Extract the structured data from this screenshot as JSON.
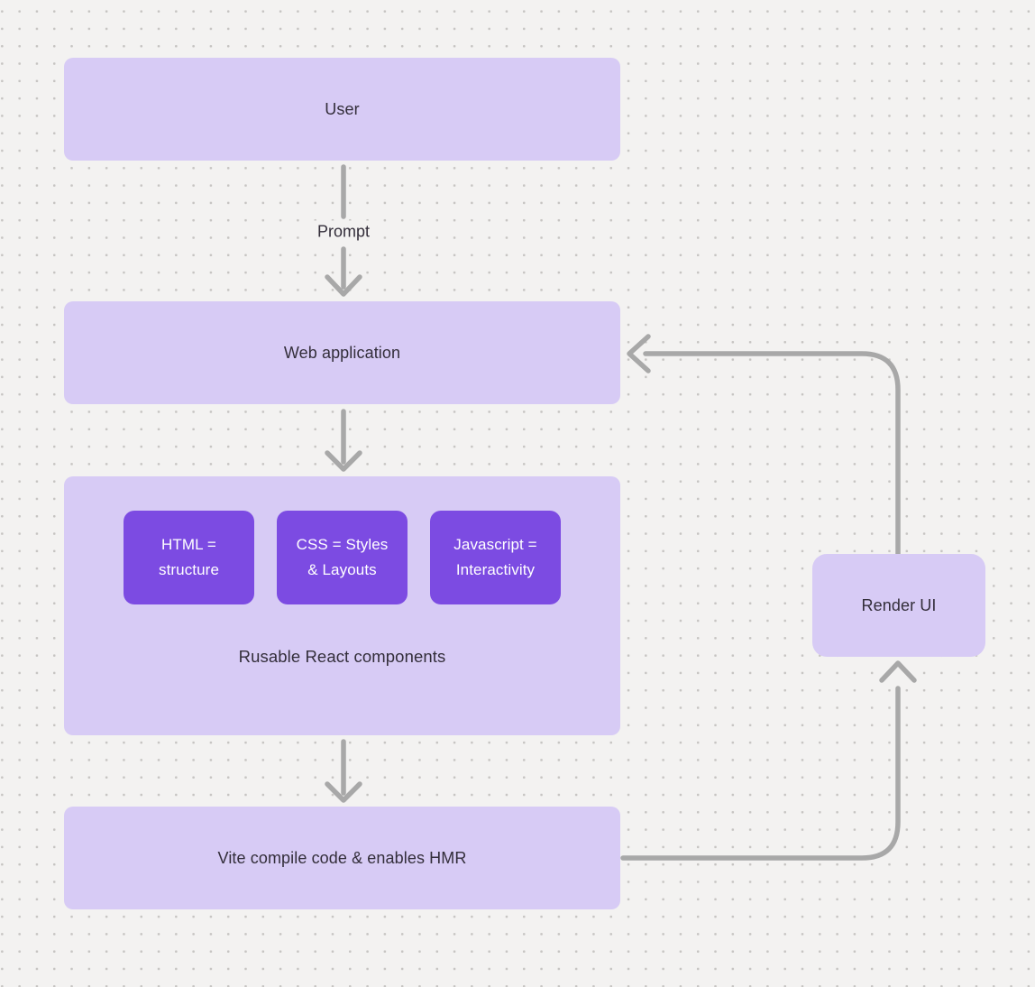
{
  "diagram": {
    "background_color": "#f3f2f1",
    "dot_color": "#c6c4c2",
    "node_fill_color": "#d7cbf5",
    "chip_fill_color": "#7c4be2",
    "chip_text_color": "#ffffff",
    "label_color": "#332e3a",
    "connector_color": "#a8a8a8",
    "nodes": {
      "user": {
        "label": "User"
      },
      "web_application": {
        "label": "Web application"
      },
      "components_group": {
        "caption": "Rusable React components",
        "chips": [
          {
            "lines": [
              "HTML =",
              "structure"
            ]
          },
          {
            "lines": [
              "CSS = Styles",
              "& Layouts"
            ]
          },
          {
            "lines": [
              "Javascript =",
              "Interactivity"
            ]
          }
        ]
      },
      "vite": {
        "label": "Vite compile code & enables HMR"
      },
      "render_ui": {
        "label": "Render UI"
      }
    },
    "edges": {
      "prompt": {
        "label": "Prompt"
      }
    }
  }
}
